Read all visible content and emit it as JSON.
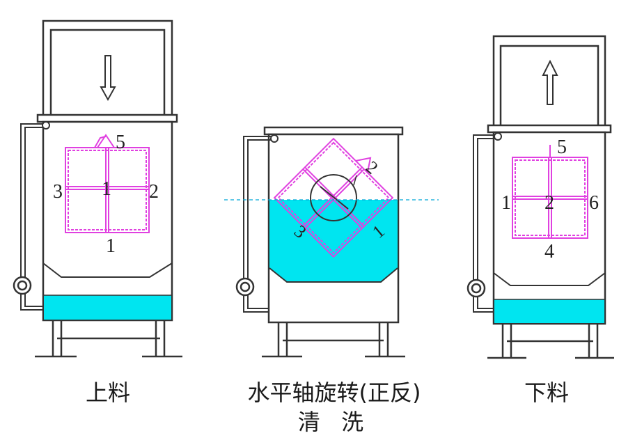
{
  "panels": [
    {
      "id": "left",
      "caption": "上料",
      "arrow": "down",
      "labels": [
        "1",
        "2",
        "3",
        "5"
      ]
    },
    {
      "id": "middle",
      "caption_line1": "水平轴旋转(正反)",
      "caption_line2": "清 洗",
      "labels": [
        "1",
        "2",
        "3"
      ]
    },
    {
      "id": "right",
      "caption": "下料",
      "arrow": "up",
      "labels": [
        "1",
        "2",
        "4",
        "5",
        "6"
      ]
    }
  ],
  "colors": {
    "outline": "#333333",
    "basket": "#e040e0",
    "water": "#00e5f0",
    "waterline": "#00a8d8"
  }
}
